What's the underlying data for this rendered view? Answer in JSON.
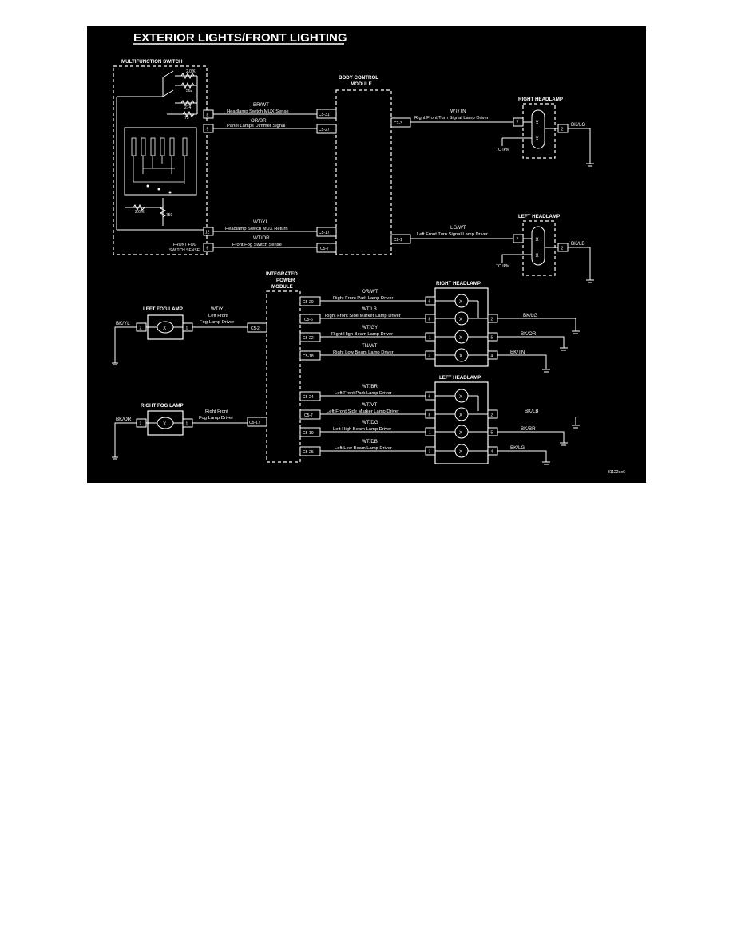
{
  "title": "EXTERIOR LIGHTS/FRONT LIGHTING",
  "figure_id": "81122ee6",
  "multifunction_switch": {
    "label": "MULTIFUNCTION SWITCH",
    "resistors": [
      "2.0/K",
      "562",
      "274",
      "75",
      "2.0/K",
      "750"
    ],
    "pins": [
      "8",
      "5",
      "12",
      "6"
    ],
    "front_fog_label_1": "FRONT FOG",
    "front_fog_label_2": "SWITCH SENSE"
  },
  "body_control_module": {
    "label_1": "BODY CONTROL",
    "label_2": "MODULE",
    "left_pins": [
      "C5-31",
      "C5-27",
      "C5-17",
      "C5-7"
    ],
    "right_pins": [
      "C2-3",
      "C2-1"
    ]
  },
  "bcm_wires": [
    {
      "color": "BR/WT",
      "desc": "Headlamp Switch MUX Sense"
    },
    {
      "color": "OR/BR",
      "desc": "Panel Lamps Dimmer Signal"
    },
    {
      "color": "WT/YL",
      "desc": "Headlamp Switch MUX Return"
    },
    {
      "color": "WT/OR",
      "desc": "Front Fog Switch Sense"
    }
  ],
  "turn_wires": [
    {
      "color": "WT/TN",
      "desc": "Right Front Turn Signal Lamp Driver"
    },
    {
      "color": "LG/WT",
      "desc": "Left Front Turn Signal Lamp Driver"
    }
  ],
  "top_right_headlamp": {
    "label": "RIGHT HEADLAMP",
    "pin_in": "7",
    "pin_out": "2",
    "ground": "BK/LG",
    "ipm": "TO IPM"
  },
  "top_left_headlamp": {
    "label": "LEFT HEADLAMP",
    "pin_in": "7",
    "pin_out": "2",
    "ground": "BK/LB",
    "ipm": "TO IPM"
  },
  "ipm": {
    "label_1": "INTEGRATED",
    "label_2": "POWER",
    "label_3": "MODULE",
    "fog_pins": [
      "C5-2",
      "C5-17"
    ]
  },
  "left_fog_lamp": {
    "label": "LEFT FOG LAMP",
    "pin_left": "2",
    "pin_right": "1",
    "ground": "BK/YL",
    "wire_color": "WT/YL",
    "desc_1": "Left Front",
    "desc_2": "Fog Lamp Driver"
  },
  "right_fog_lamp": {
    "label": "RIGHT FOG LAMP",
    "pin_left": "2",
    "pin_right": "1",
    "ground": "BK/OR",
    "desc_1": "Right Front",
    "desc_2": "Fog Lamp Driver"
  },
  "lower_right_headlamp": {
    "label": "RIGHT HEADLAMP",
    "wires": [
      {
        "ipm": "C5-29",
        "color": "OR/WT",
        "desc": "Right Front Park Lamp Driver",
        "pin": "6"
      },
      {
        "ipm": "C5-6",
        "color": "WT/LB",
        "desc": "Right Front Side Marker Lamp Driver",
        "pin": "8"
      },
      {
        "ipm": "C5-22",
        "color": "WT/GY",
        "desc": "Right High Beam Lamp Driver",
        "pin": "1"
      },
      {
        "ipm": "C5-18",
        "color": "TN/WT",
        "desc": "Right Low Beam Lamp Driver",
        "pin": "3"
      }
    ],
    "grounds": [
      {
        "pin": "2",
        "color": "BK/LG"
      },
      {
        "pin": "5",
        "color": "BK/OR"
      },
      {
        "pin": "4",
        "color": "BK/TN"
      }
    ]
  },
  "lower_left_headlamp": {
    "label": "LEFT HEADLAMP",
    "wires": [
      {
        "ipm": "C5-24",
        "color": "WT/BR",
        "desc": "Left Front Park Lamp Driver",
        "pin": "6"
      },
      {
        "ipm": "C5-7",
        "color": "WT/VT",
        "desc": "Left Front Side Marker Lamp Driver",
        "pin": "8"
      },
      {
        "ipm": "C5-19",
        "color": "WT/DG",
        "desc": "Left High Beam Lamp Driver",
        "pin": "1"
      },
      {
        "ipm": "C5-25",
        "color": "WT/DB",
        "desc": "Left Low Beam Lamp Driver",
        "pin": "3"
      }
    ],
    "grounds": [
      {
        "pin": "2",
        "color": "BK/LB"
      },
      {
        "pin": "5",
        "color": "BK/BR"
      },
      {
        "pin": "4",
        "color": "BK/LG"
      }
    ]
  }
}
